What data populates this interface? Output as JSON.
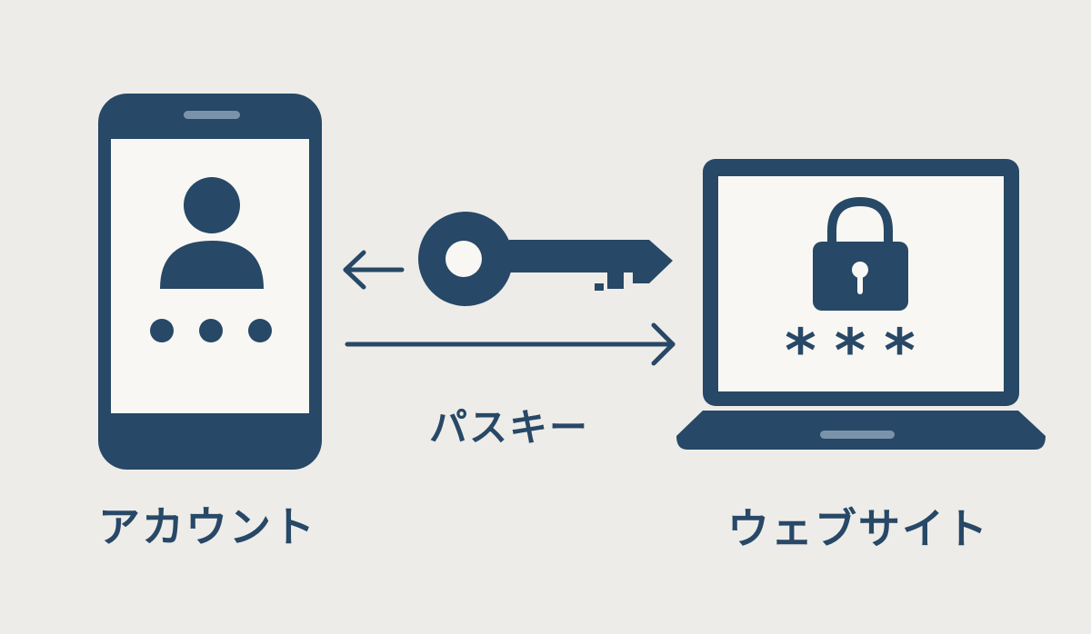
{
  "colors": {
    "background": "#eeece8",
    "primary": "#274866",
    "screen": "#f8f7f3",
    "accent_light": "#7a93ab"
  },
  "icons": {
    "phone": "smartphone-icon",
    "user": "user-icon",
    "pin_dots": "dots-icon",
    "key": "key-icon",
    "laptop": "laptop-icon",
    "lock": "padlock-icon",
    "password": "asterisk-icon"
  },
  "labels": {
    "account": "アカウント",
    "passkey": "パスキー",
    "website": "ウェブサイト"
  },
  "laptop": {
    "password_mask": "***"
  }
}
